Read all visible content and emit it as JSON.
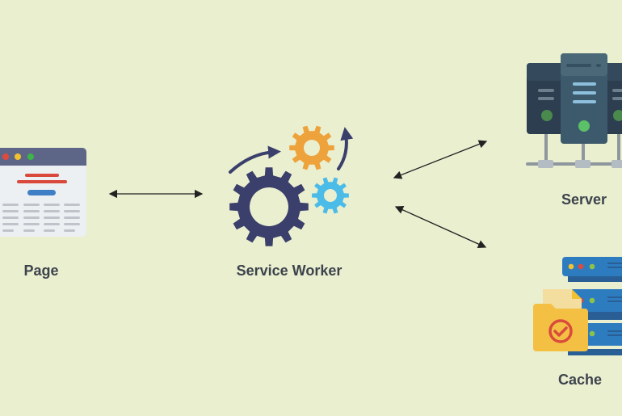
{
  "nodes": {
    "page": {
      "label": "Page"
    },
    "service_worker": {
      "label": "Service Worker"
    },
    "server": {
      "label": "Server"
    },
    "cache": {
      "label": "Cache"
    }
  },
  "edges": [
    {
      "from": "page",
      "to": "service_worker",
      "bidirectional": true
    },
    {
      "from": "service_worker",
      "to": "server",
      "bidirectional": true
    },
    {
      "from": "service_worker",
      "to": "cache",
      "bidirectional": true
    }
  ],
  "colors": {
    "background": "#e9efcf",
    "gear_main": "#3b3f6b",
    "gear_orange": "#eea23b",
    "gear_blue": "#4bbbe8",
    "server_dark": "#2c3e50",
    "server_mid": "#3d5a6c",
    "cache_rack": "#2e7cc0",
    "folder": "#f4c043",
    "check": "#d94b3c"
  }
}
